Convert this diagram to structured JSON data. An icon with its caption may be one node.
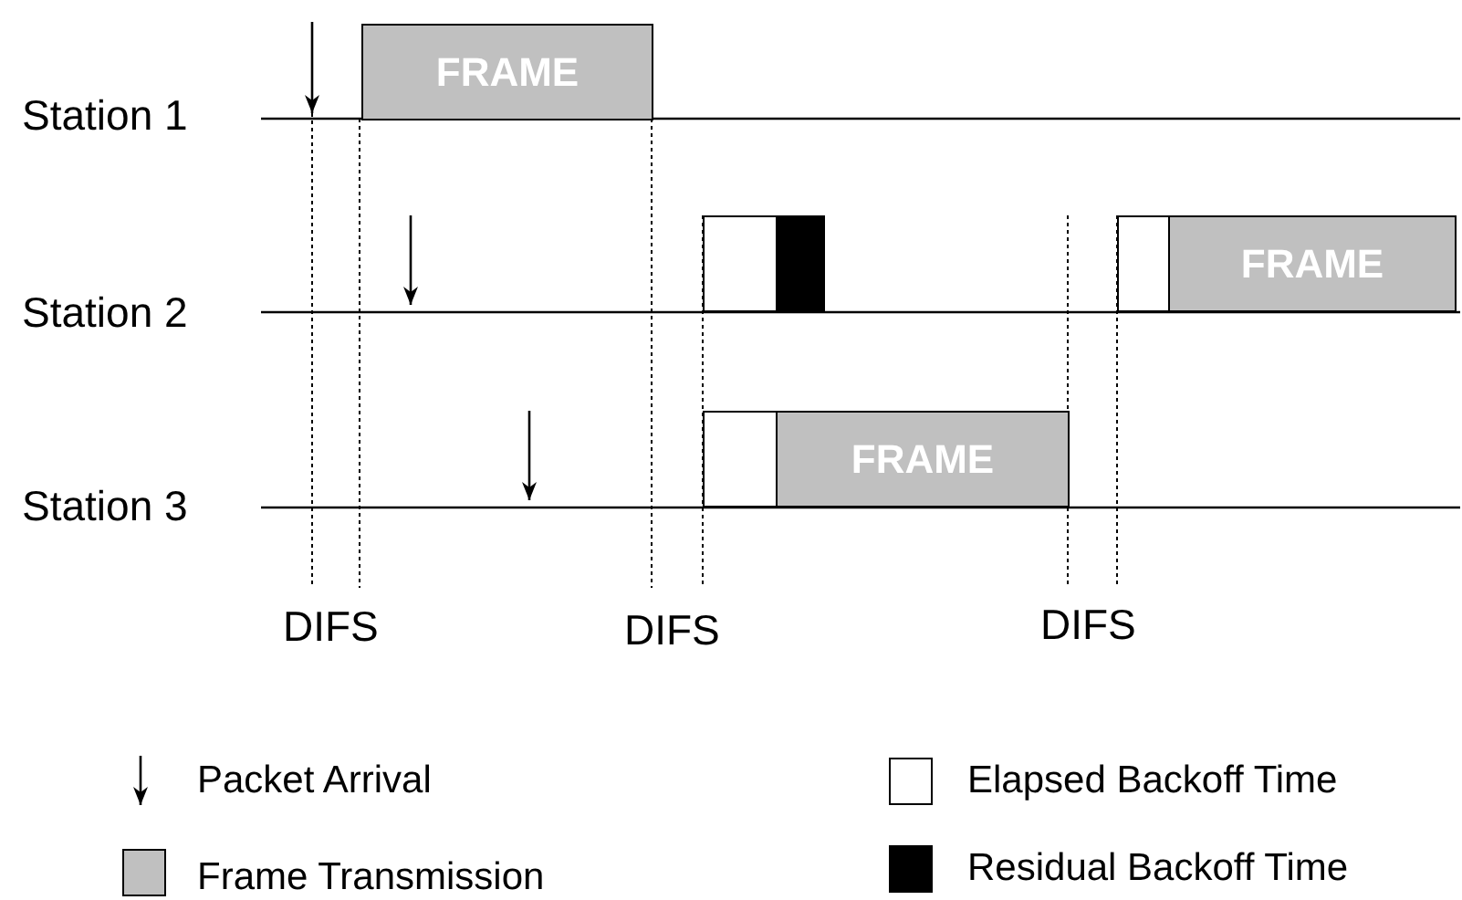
{
  "diagram": {
    "nodes": [
      {
        "text": [
          "FRAME"
        ]
      },
      {
        "text": [],
        "shape": "box"
      },
      {
        "text": [],
        "shape": "box"
      },
      {
        "text": [],
        "shape": "box"
      },
      {
        "text": [
          "FRAME"
        ]
      },
      {
        "text": [],
        "shape": "box"
      },
      {
        "text": [
          "FRAME"
        ]
      }
    ],
    "labels": [
      "Station 1",
      "Station 2",
      "Station 3",
      "DIFS",
      "DIFS",
      "DIFS"
    ],
    "legend": [
      {
        "text": "Packet Arrival"
      },
      {
        "text": "Elapsed Backoff Time",
        "color": "#ffffff"
      },
      {
        "text": "Frame Transmission",
        "color": "#c0c0c0"
      },
      {
        "text": "Residual Backoff Time",
        "color": "#000000"
      }
    ]
  }
}
